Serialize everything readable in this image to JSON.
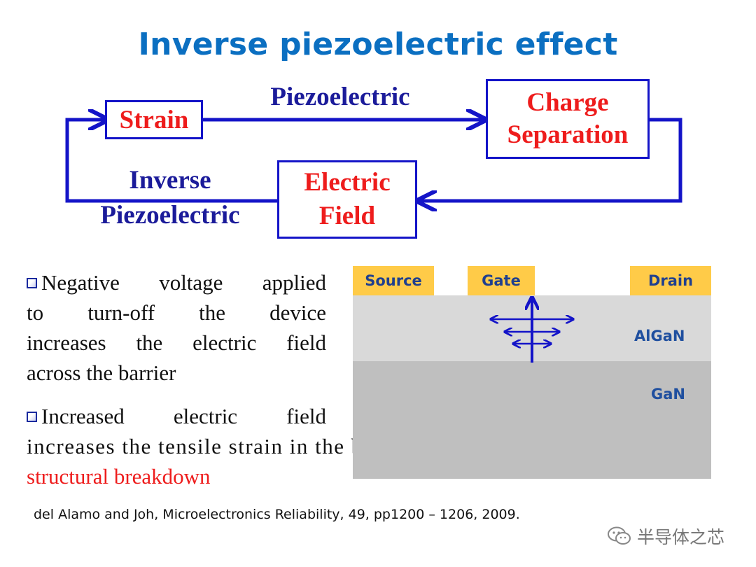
{
  "slide": {
    "title": "Inverse piezoelectric effect"
  },
  "cycle": {
    "strain": "Strain",
    "charge_separation": [
      "Charge",
      "Separation"
    ],
    "electric_field": [
      "Electric",
      "Field"
    ],
    "piezoelectric_label": "Piezoelectric",
    "inverse_label": [
      "Inverse",
      "Piezoelectric"
    ]
  },
  "bullets": {
    "first": [
      "Negative voltage applied",
      "to turn-off the device",
      "increases the electric field",
      "across the barrier"
    ],
    "second_line1": "Increased electric field",
    "second_line2": "increases the tensile strain in  the barrier →",
    "second_line3": "structural  breakdown"
  },
  "device": {
    "source": "Source",
    "gate": "Gate",
    "drain": "Drain",
    "algan": "AlGaN",
    "gan": "GaN"
  },
  "citation": "del Alamo and Joh, Microelectronics Reliability, 49, pp1200 – 1206,  2009.",
  "watermark": "半导体之芯",
  "colors": {
    "title": "#0b6fc1",
    "box_border": "#1414c8",
    "box_text": "#ee1c1c",
    "label_text": "#1b1b9a",
    "contact": "#ffcb48",
    "algan": "#d9d9d9",
    "gan": "#bfbfbf"
  }
}
